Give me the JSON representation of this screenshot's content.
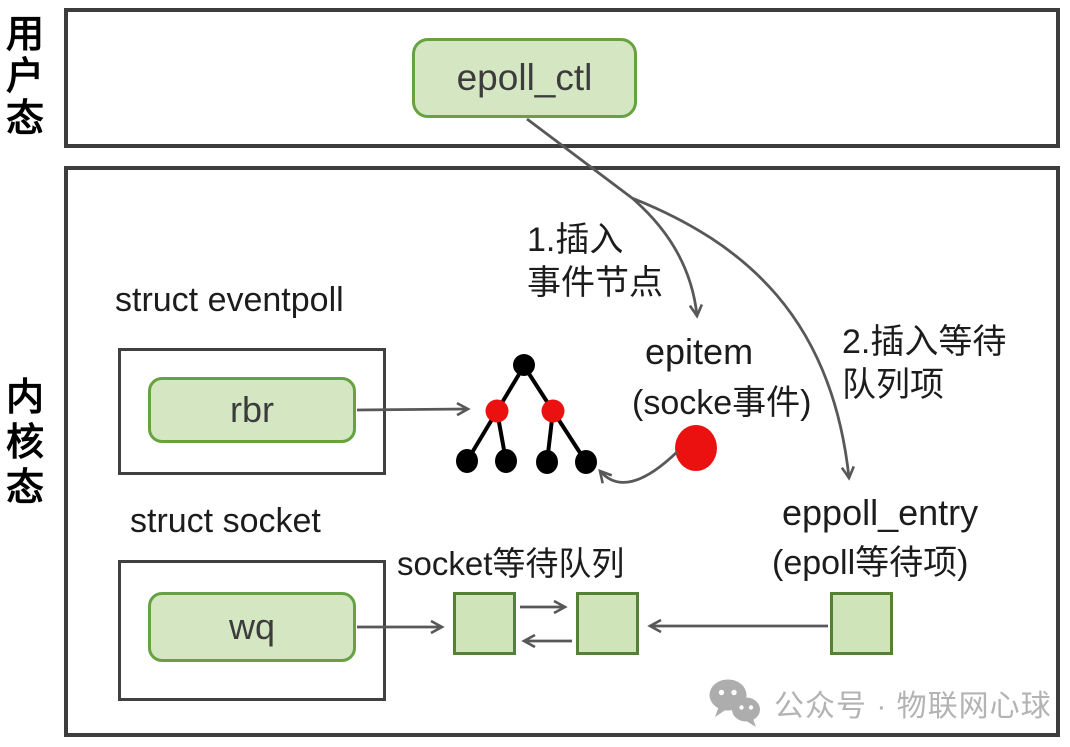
{
  "labels": {
    "user_mode": "用户态",
    "kernel_mode": "内核态",
    "epoll_ctl": "epoll_ctl",
    "struct_eventpoll": "struct eventpoll",
    "rbr": "rbr",
    "step1_line1": "1.插入",
    "step1_line2": "事件节点",
    "epitem_title": "epitem",
    "epitem_subtitle": "(socke事件)",
    "step2_line1": "2.插入等待",
    "step2_line2": "队列项",
    "eppoll_entry_title": "eppoll_entry",
    "eppoll_entry_subtitle": "(epoll等待项)",
    "struct_socket": "struct socket",
    "wq": "wq",
    "socket_wait_queue": "socket等待队列",
    "watermark": "公众号 · 物联网心球"
  },
  "colors": {
    "green_fill": "#d5e7c2",
    "green_border": "#66a23f",
    "square_border": "#538135",
    "frame_border": "#3d3d3d",
    "arrow": "#58585a",
    "red_node": "#ec1111",
    "black_node": "#000000",
    "text": "#1c1c1c",
    "watermark_gray": "#b3b3b3"
  }
}
